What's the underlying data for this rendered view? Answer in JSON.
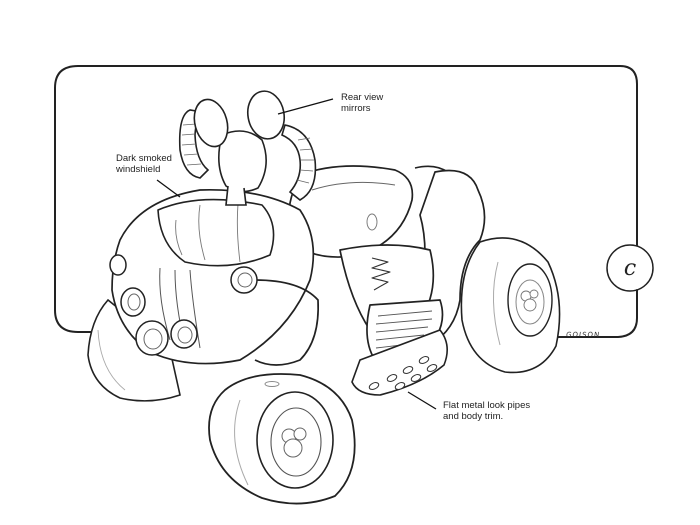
{
  "drawing": {
    "subject": "Concept sketch of a four-wheel ride-on vehicle",
    "colors": {
      "line": "#222222",
      "light_line": "#9a9a9a",
      "background": "#ffffff"
    }
  },
  "callouts": {
    "mirrors": {
      "line1": "Rear view",
      "line2": "mirrors"
    },
    "windshield": {
      "line1": "Dark smoked",
      "line2": "windshield"
    },
    "pipes": {
      "line1": "Flat metal look pipes",
      "line2": "and body trim."
    }
  },
  "frame": {
    "tab_letter": "c",
    "signature": "GOISON"
  }
}
